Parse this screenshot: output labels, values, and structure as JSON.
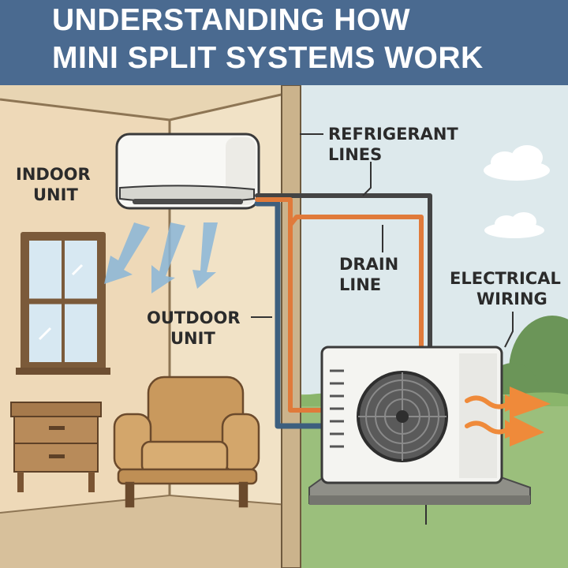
{
  "title": {
    "line1": "UNDERSTANDING HOW",
    "line2": "MINI SPLIT SYSTEMS WORK"
  },
  "labels": {
    "indoor_unit": [
      "INDOOR",
      "UNIT"
    ],
    "refrigerant_lines": [
      "REFRIGERANT",
      "LINES"
    ],
    "drain_line": [
      "DRAIN",
      "LINE"
    ],
    "electrical_wiring": [
      "ELECTRICAL",
      "WIRING"
    ],
    "outdoor_unit": [
      "OUTDOOR",
      "UNIT"
    ]
  },
  "colors": {
    "title_bg": "#4a6a90",
    "wall": "#f1e2c6",
    "sky": "#dde9ec",
    "refrigerant_line": "#e07a3a",
    "electrical_line": "#3d5f7e",
    "airflow": "#8ab6d8",
    "heat_arrows": "#ef8a3a"
  },
  "icons": [
    "cloud-icon",
    "airflow-arrow-icon",
    "heat-arrow-icon",
    "fan-icon"
  ]
}
